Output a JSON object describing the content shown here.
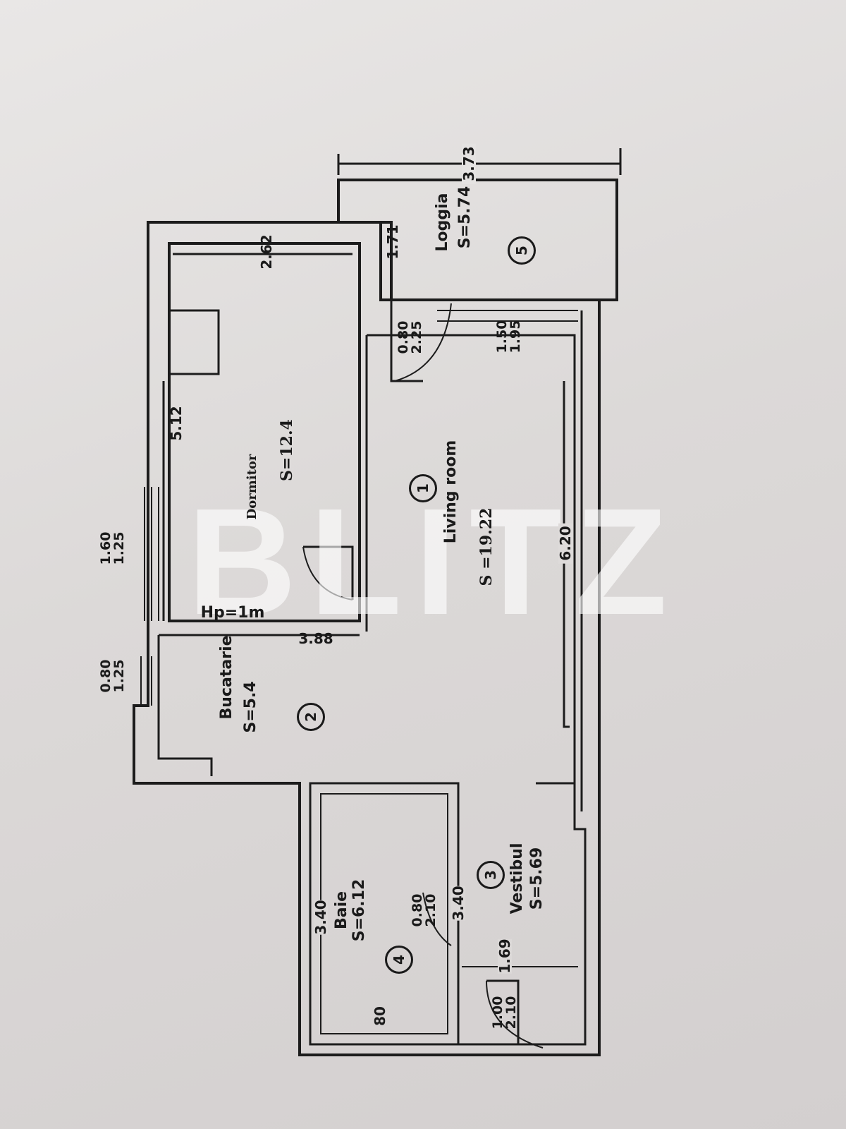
{
  "watermark": "BLITZ",
  "rooms": [
    {
      "number": "1",
      "name": "Living room",
      "area": "S =19.22"
    },
    {
      "number": "2",
      "name": "Bucatarie",
      "area": "S=5.4"
    },
    {
      "number": "3",
      "name": "Vestibul",
      "area": "S=5.69"
    },
    {
      "number": "4",
      "name": "Baie",
      "area": "S=6.12"
    },
    {
      "number": "5",
      "name": "Loggia",
      "area": "S=5.74"
    },
    {
      "number": "",
      "name": "Dormitor",
      "area": "S=12.4"
    }
  ],
  "dimensions": {
    "loggia_width": "3.73",
    "loggia_depth": "1.71",
    "dormitor_width": "2.62",
    "dormitor_length": "5.12",
    "living_length": "6.20",
    "kitchen_width": "3.88",
    "bath_length": "3.40",
    "vestibul_length": "3.40",
    "vestibul_width": "1.69",
    "bath_small": "80",
    "parapet_height": "Hp=1m"
  },
  "openings": {
    "window_dormitor": [
      "1.60",
      "1.25"
    ],
    "window_kitchen": [
      "0.80",
      "1.25"
    ],
    "door_loggia": [
      "0.80",
      "2.25"
    ],
    "window_living": [
      "1.50",
      "1.95"
    ],
    "door_bath": [
      "0.80",
      "2.10"
    ],
    "door_entry": [
      "1.00",
      "2.10"
    ]
  }
}
